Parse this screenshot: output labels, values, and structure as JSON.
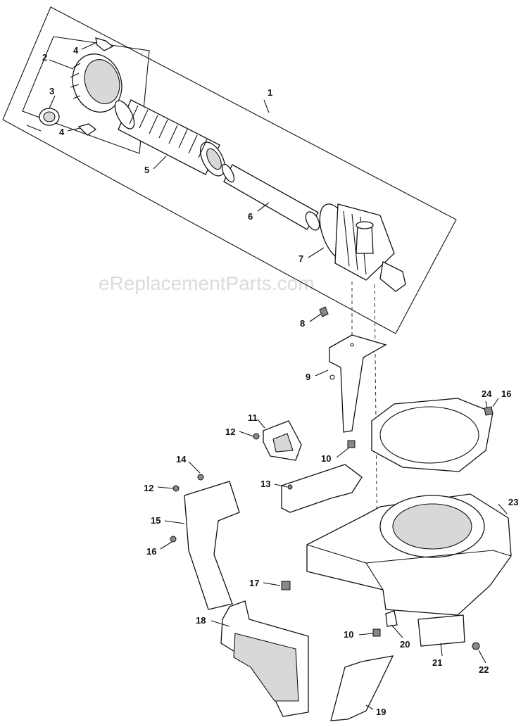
{
  "watermark": "eReplacementParts.com",
  "callouts": {
    "c1": "1",
    "c2": "2",
    "c3": "3",
    "c4a": "4",
    "c4b": "4",
    "c5": "5",
    "c6": "6",
    "c7": "7",
    "c8": "8",
    "c9": "9",
    "c10a": "10",
    "c10b": "10",
    "c11": "11",
    "c12a": "12",
    "c12b": "12",
    "c13": "13",
    "c14": "14",
    "c15": "15",
    "c16a": "16",
    "c16b": "16",
    "c17": "17",
    "c18": "18",
    "c19": "19",
    "c20": "20",
    "c21": "21",
    "c22": "22",
    "c23": "23",
    "c24": "24"
  }
}
